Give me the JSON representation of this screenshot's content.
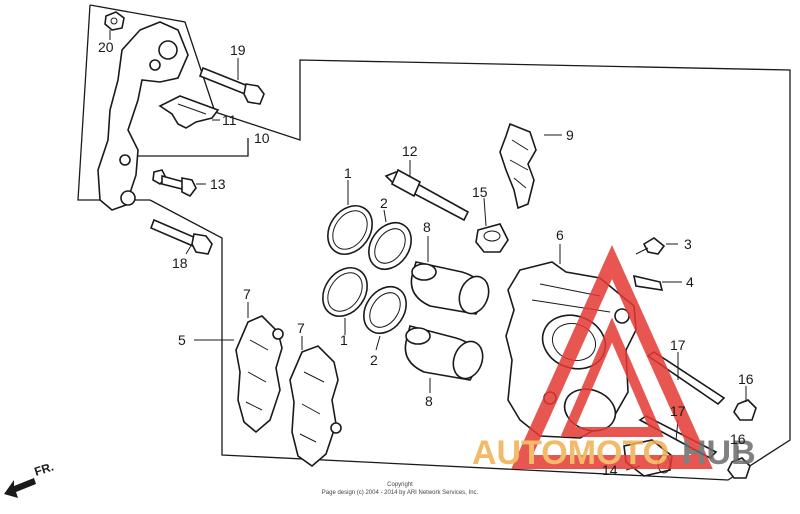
{
  "callouts": {
    "c1a": "1",
    "c1b": "1",
    "c2a": "2",
    "c2b": "2",
    "c3": "3",
    "c4": "4",
    "c5": "5",
    "c6": "6",
    "c7a": "7",
    "c7b": "7",
    "c8a": "8",
    "c8b": "8",
    "c9": "9",
    "c10": "10",
    "c11": "11",
    "c12": "12",
    "c13": "13",
    "c14": "14",
    "c15": "15",
    "c16a": "16",
    "c16b": "16",
    "c17a": "17",
    "c17b": "17",
    "c18": "18",
    "c19": "19",
    "c20": "20"
  },
  "direction_label": "FR.",
  "copyright": {
    "line1": "Copyright",
    "line2": "Page design (c) 2004 - 2014 by ARI Network Services, Inc."
  },
  "watermark": {
    "part1": "AUTOMOTO",
    "part2": "HUB",
    "color_primary": "#f0b050",
    "color_secondary": "#6a6a6a",
    "triangle_color": "#e53935"
  }
}
